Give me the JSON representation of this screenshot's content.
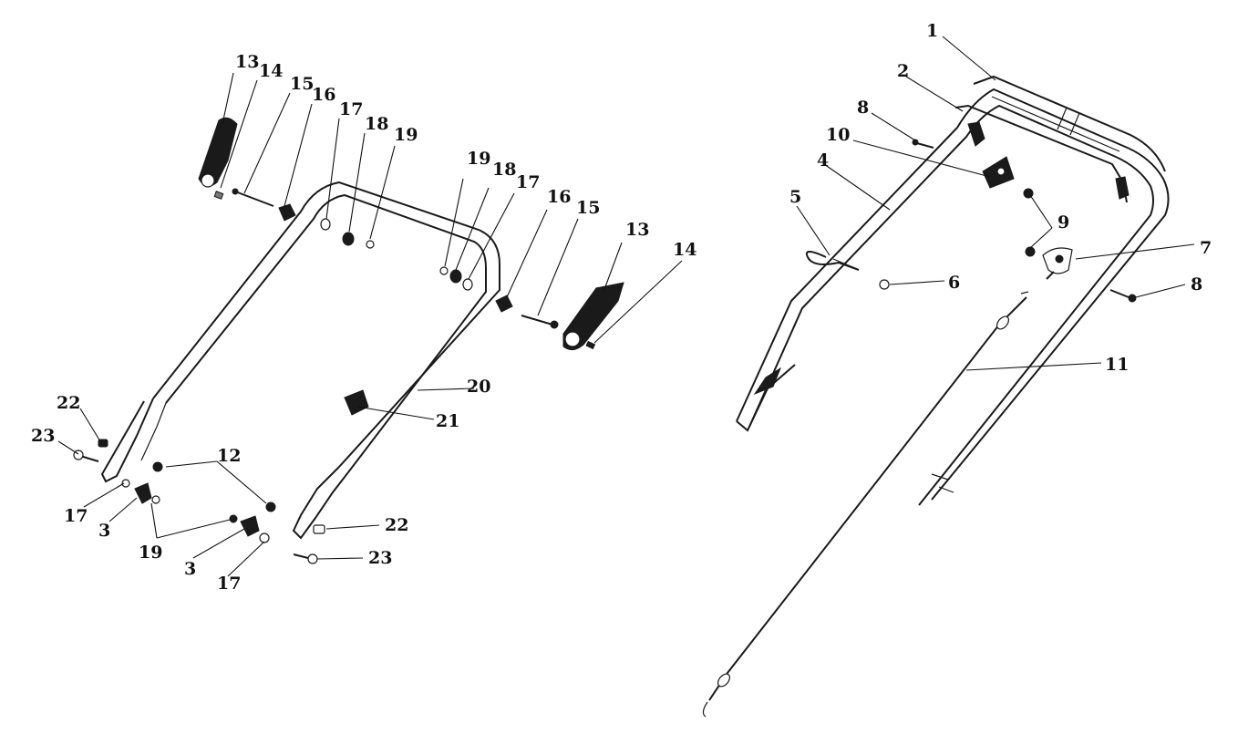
{
  "diagram": {
    "part_labels": {
      "p1": "1",
      "p2": "2",
      "p3a": "3",
      "p3b": "3",
      "p4": "4",
      "p5": "5",
      "p6": "6",
      "p7": "7",
      "p8a": "8",
      "p8b": "8",
      "p9": "9",
      "p10": "10",
      "p11": "11",
      "p12": "12",
      "p13a": "13",
      "p13b": "13",
      "p14a": "14",
      "p14b": "14",
      "p15a": "15",
      "p15b": "15",
      "p16a": "16",
      "p16b": "16",
      "p17a": "17",
      "p17b": "17",
      "p17c": "17",
      "p17d": "17",
      "p18a": "18",
      "p18b": "18",
      "p19a": "19",
      "p19b": "19",
      "p19c": "19",
      "p20": "20",
      "p21": "21",
      "p22a": "22",
      "p22b": "22",
      "p23a": "23",
      "p23b": "23"
    },
    "line_color": "#1a1a1a"
  }
}
